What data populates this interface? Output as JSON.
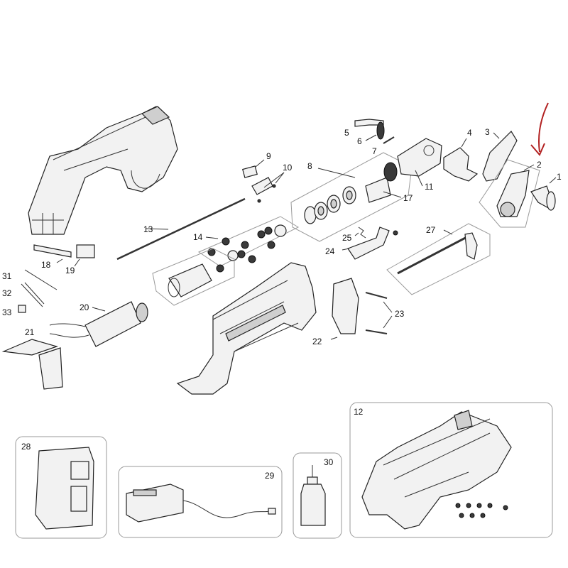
{
  "callouts": {
    "c1": "1",
    "c2": "2",
    "c3": "3",
    "c4": "4",
    "c5": "5",
    "c6": "6",
    "c7": "7",
    "c8": "8",
    "c9": "9",
    "c10": "10",
    "c11": "11",
    "c12": "12",
    "c13": "13",
    "c14": "14",
    "c17": "17",
    "c18": "18",
    "c19": "19",
    "c20": "20",
    "c21": "21",
    "c22": "22",
    "c23": "23",
    "c24": "24",
    "c25": "25",
    "c27": "27",
    "c28": "28",
    "c29": "29",
    "c30": "30",
    "c31": "31",
    "c32": "32",
    "c33": "33"
  },
  "colors": {
    "arrow": "#b22222",
    "line": "#333333",
    "dark_part": "#3a3a3a"
  },
  "highlighted_callout": "2"
}
